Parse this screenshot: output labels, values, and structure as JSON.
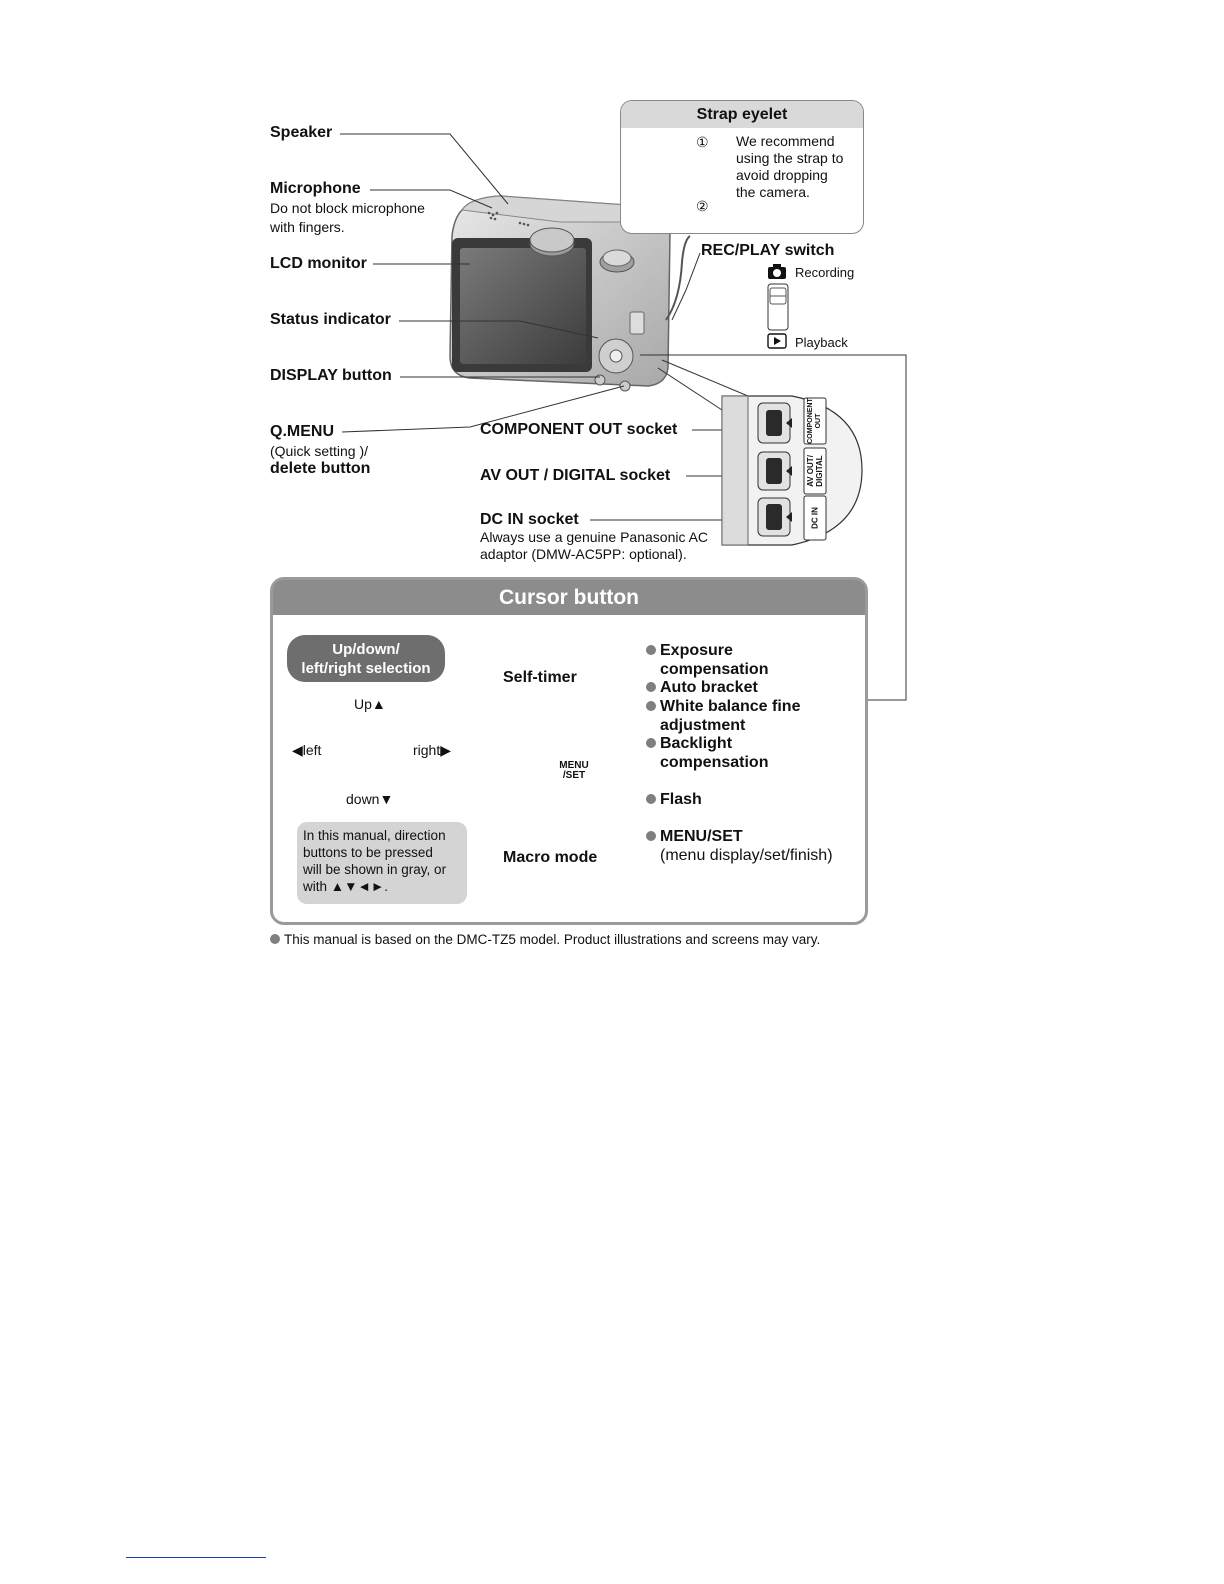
{
  "callouts": {
    "speaker": "Speaker",
    "microphone": "Microphone",
    "microphone_note_1": "Do not block microphone",
    "microphone_note_2": "with fingers.",
    "lcd_monitor": "LCD monitor",
    "status_indicator": "Status indicator",
    "display_button": "DISPLAY button",
    "qmenu": "Q.MENU",
    "qmenu_sub_1": "(Quick setting )/",
    "qmenu_sub_2": "delete button",
    "component_out": "COMPONENT OUT socket",
    "av_out": "AV OUT / DIGITAL socket",
    "dc_in": "DC IN socket",
    "dc_in_note_1": "Always use a genuine Panasonic AC",
    "dc_in_note_2": "adaptor (DMW-AC5PP: optional).",
    "rec_play_switch": "REC/PLAY switch",
    "recording": "Recording",
    "playback": "Playback"
  },
  "socket_labels": {
    "component_1": "COMPONENT",
    "component_2": "OUT",
    "av_1": "AV OUT/",
    "av_2": "DIGITAL",
    "dc": "DC IN"
  },
  "strap": {
    "title": "Strap eyelet",
    "step_1": "①",
    "step_2": "②",
    "text_1": "We recommend",
    "text_2": "using the strap to",
    "text_3": "avoid dropping",
    "text_4": "the camera."
  },
  "cursor": {
    "title": "Cursor button",
    "pill_1": "Up/down/",
    "pill_2": "left/right selection",
    "up": "Up▲",
    "left": "◀left",
    "right": "right▶",
    "down": "down▼",
    "note_1": "In this manual, direction",
    "note_2": "buttons to be pressed",
    "note_3": "will be shown in gray, or",
    "note_4": "with ▲▼◄►.",
    "self_timer": "Self-timer",
    "macro_mode": "Macro mode",
    "menu_label_1": "MENU",
    "menu_label_2": "/SET",
    "exposure_1": "Exposure",
    "exposure_2": "compensation",
    "auto_bracket": "Auto bracket",
    "wb_1": "White balance fine",
    "wb_2": "adjustment",
    "backlight_1": "Backlight",
    "backlight_2": "compensation",
    "flash": "Flash",
    "menuset": "MENU/SET",
    "menuset_desc": "(menu display/set/finish)"
  },
  "footer": "This manual is based on the DMC-TZ5 model. Product illustrations and screens may vary."
}
